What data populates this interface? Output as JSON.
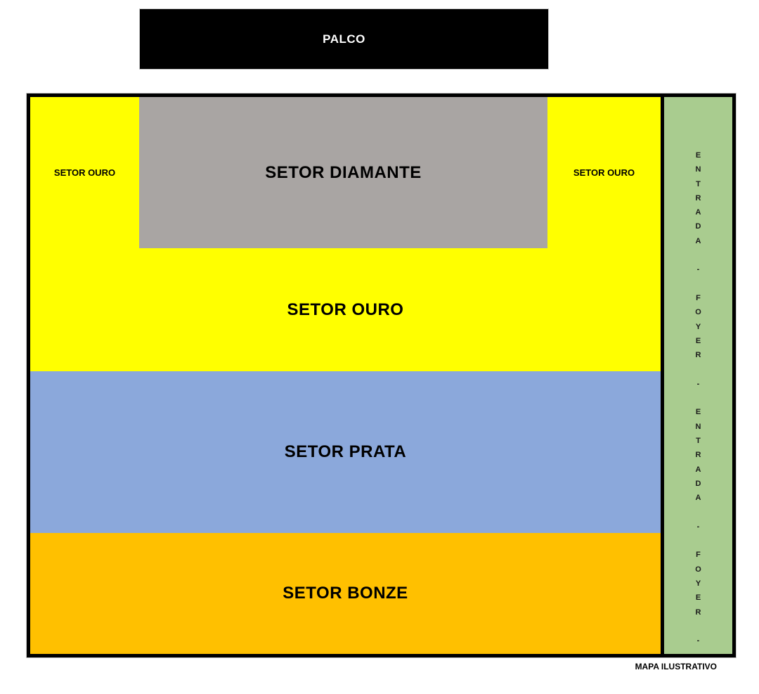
{
  "stage": {
    "label": "PALCO"
  },
  "map": {
    "sectors": {
      "diamante": {
        "label": "SETOR DIAMANTE",
        "color": "#A9A5A3"
      },
      "ouro_left": {
        "label": "SETOR OURO",
        "color": "#FFFF00"
      },
      "ouro_right": {
        "label": "SETOR OURO",
        "color": "#FFFF00"
      },
      "ouro_main": {
        "label": "SETOR OURO",
        "color": "#FFFF00"
      },
      "prata": {
        "label": "SETOR PRATA",
        "color": "#8BA8DB"
      },
      "bonze": {
        "label": "SETOR BONZE",
        "color": "#FFC000"
      }
    },
    "entrance_strip": {
      "vertical_text": "ENTRADA - FOYER - ENTRADA - FOYER -",
      "color": "#A9CC8F"
    }
  },
  "footer": {
    "note": "MAPA ILUSTRATIVO"
  },
  "colors": {
    "stage_bg": "#000000",
    "stage_text": "#FFFFFF",
    "border": "#000000"
  }
}
